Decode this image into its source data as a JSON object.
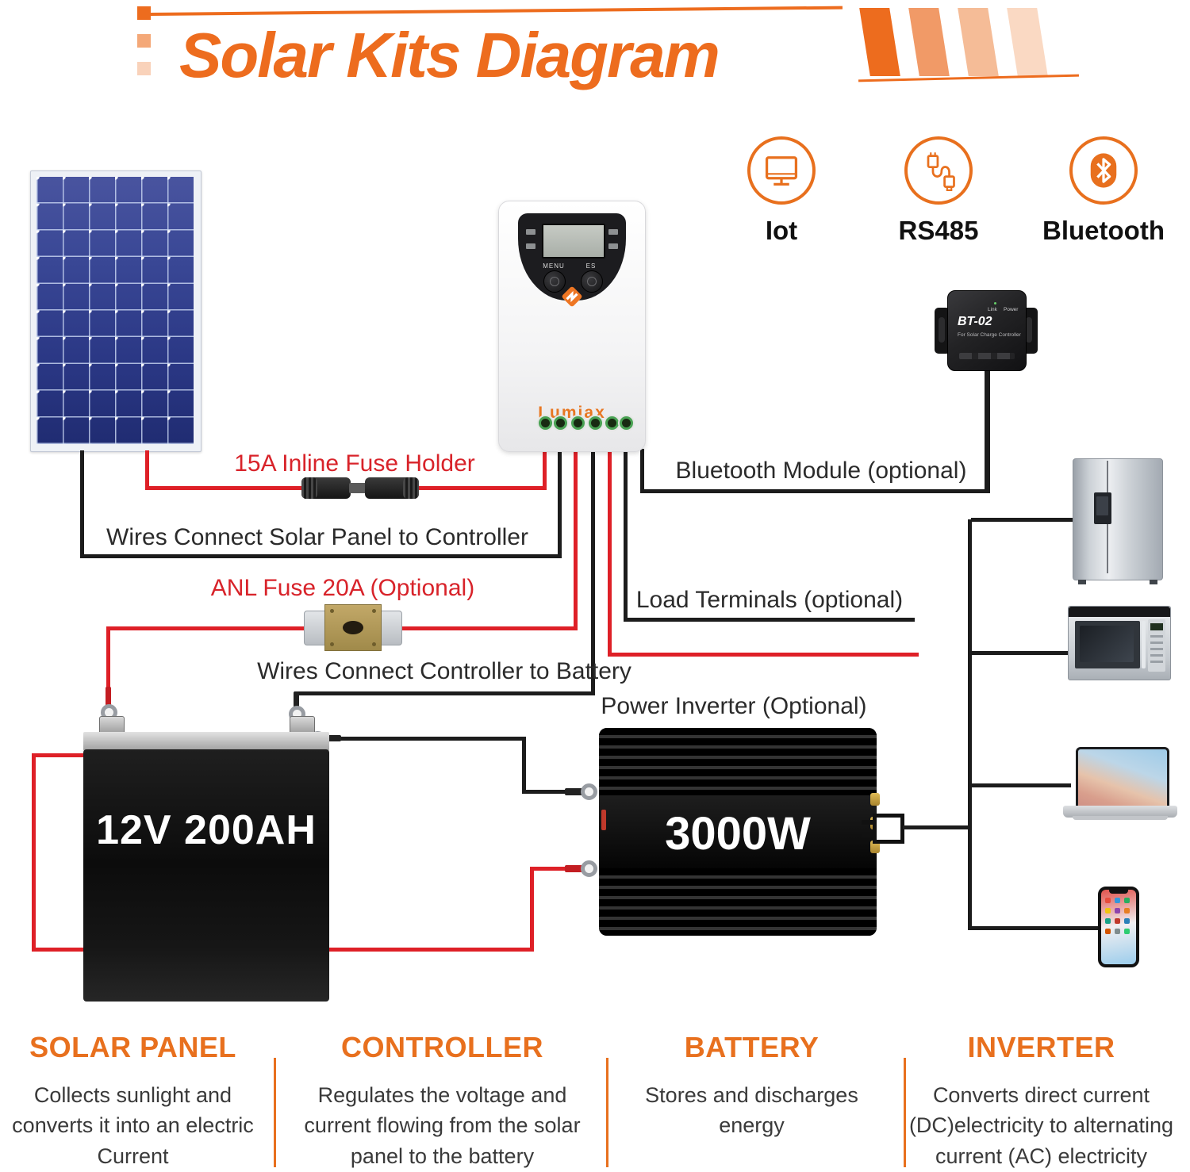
{
  "header": {
    "title": "Solar Kits Diagram"
  },
  "features": [
    {
      "label": "Iot",
      "icon": "monitor-icon"
    },
    {
      "label": "RS485",
      "icon": "usb-cable-icon"
    },
    {
      "label": "Bluetooth",
      "icon": "bluetooth-icon"
    }
  ],
  "diagram": {
    "controller": {
      "brand": "Lumiax",
      "button_left": "MENU",
      "button_right": "ES"
    },
    "bluetooth_module": {
      "model": "BT-02",
      "subtitle": "For Solar Charge Controller",
      "led_link": "Link",
      "led_power": "Power"
    },
    "battery": {
      "label": "12V 200AH"
    },
    "inverter": {
      "label": "3000W"
    },
    "wire_labels": {
      "inline_fuse": "15A Inline Fuse Holder",
      "solar_to_controller": "Wires Connect Solar Panel to Controller",
      "anl_fuse": "ANL Fuse 20A (Optional)",
      "controller_to_battery": "Wires Connect Controller to Battery",
      "bluetooth_module": "Bluetooth Module (optional)",
      "load_terminals": "Load Terminals (optional)",
      "power_inverter": "Power Inverter (Optional)"
    }
  },
  "legend": [
    {
      "heading": "SOLAR PANEL",
      "text": "Collects sunlight and converts it into an electric Current"
    },
    {
      "heading": "CONTROLLER",
      "text": "Regulates the voltage and current flowing from the solar panel to the battery"
    },
    {
      "heading": "BATTERY",
      "text": "Stores and discharges energy"
    },
    {
      "heading": "INVERTER",
      "text": "Converts direct current (DC)electricity to alternating current (AC) electricity"
    }
  ],
  "colors": {
    "accent": "#ED6C1E",
    "wire_red": "#DE2027",
    "wire_black": "#1C1C1C"
  }
}
